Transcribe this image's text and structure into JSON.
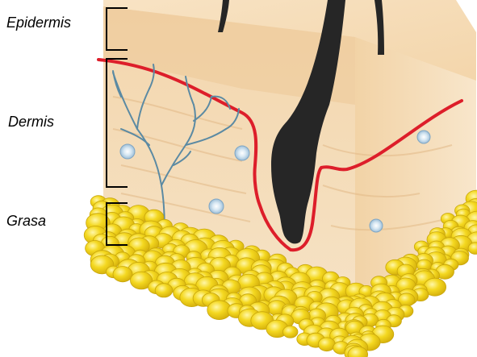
{
  "labels": {
    "epidermis": "Epidermis",
    "dermis": "Dermis",
    "grasa": "Grasa"
  },
  "colors": {
    "background": "#ffffff",
    "skin_light": "#f6dfbd",
    "skin_mid": "#eccb9c",
    "skin_dark": "#dcb07c",
    "epidermis_band": "#eac99a",
    "hair": "#262626",
    "boundary_line": "#dd1e2a",
    "vessels": "#5b8aa3",
    "cells_fill": "#cfe0ee",
    "cells_stroke": "#7fa6c4",
    "fat": "#f2d21b",
    "fat_stroke": "#c8a60c",
    "bracket": "#000000"
  },
  "icons": {
    "hair": "hair-strand-icon",
    "cell": "skin-cell-icon",
    "fat": "fat-globule-icon"
  }
}
